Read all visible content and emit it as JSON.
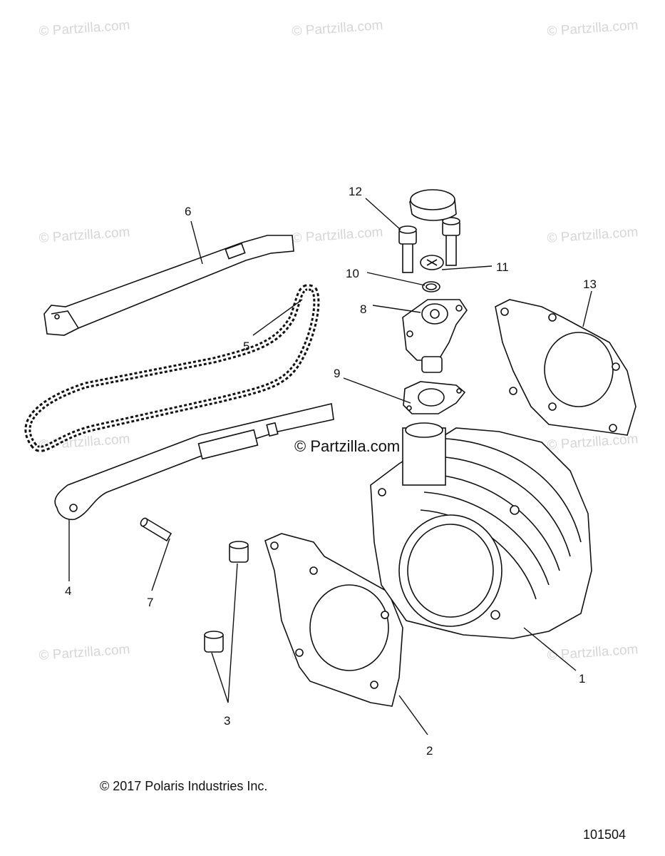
{
  "watermarks": {
    "text": "© Partzilla.com",
    "center_text": "© Partzilla.com"
  },
  "callouts": {
    "c1": "1",
    "c2": "2",
    "c3": "3",
    "c4": "4",
    "c5": "5",
    "c6": "6",
    "c7": "7",
    "c8": "8",
    "c9": "9",
    "c10": "10",
    "c11": "11",
    "c12": "12",
    "c13": "13"
  },
  "footer": {
    "copyright": "© 2017 Polaris Industries Inc.",
    "diagram_number": "101504"
  }
}
